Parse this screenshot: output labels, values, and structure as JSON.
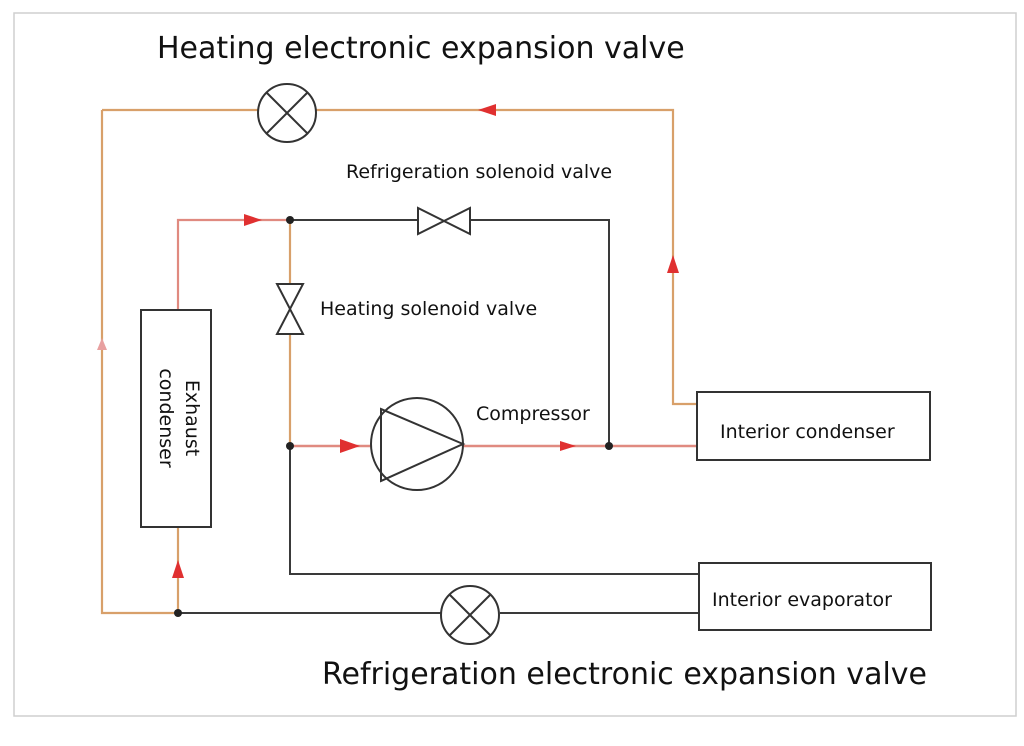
{
  "labels": {
    "heating_eev": "Heating electronic expansion valve",
    "refrigeration_solenoid": "Refrigeration solenoid valve",
    "heating_solenoid": "Heating solenoid valve",
    "exhaust_condenser_line1": "Exhaust",
    "exhaust_condenser_line2": "condenser",
    "compressor": "Compressor",
    "interior_condenser": "Interior condenser",
    "interior_evaporator": "Interior evaporator",
    "refrigeration_eev": "Refrigeration electronic expansion valve"
  },
  "colors": {
    "line_red": "#e0857a",
    "line_orange": "#d59a55",
    "line_dark": "#333333",
    "arrow": "#e03030"
  }
}
